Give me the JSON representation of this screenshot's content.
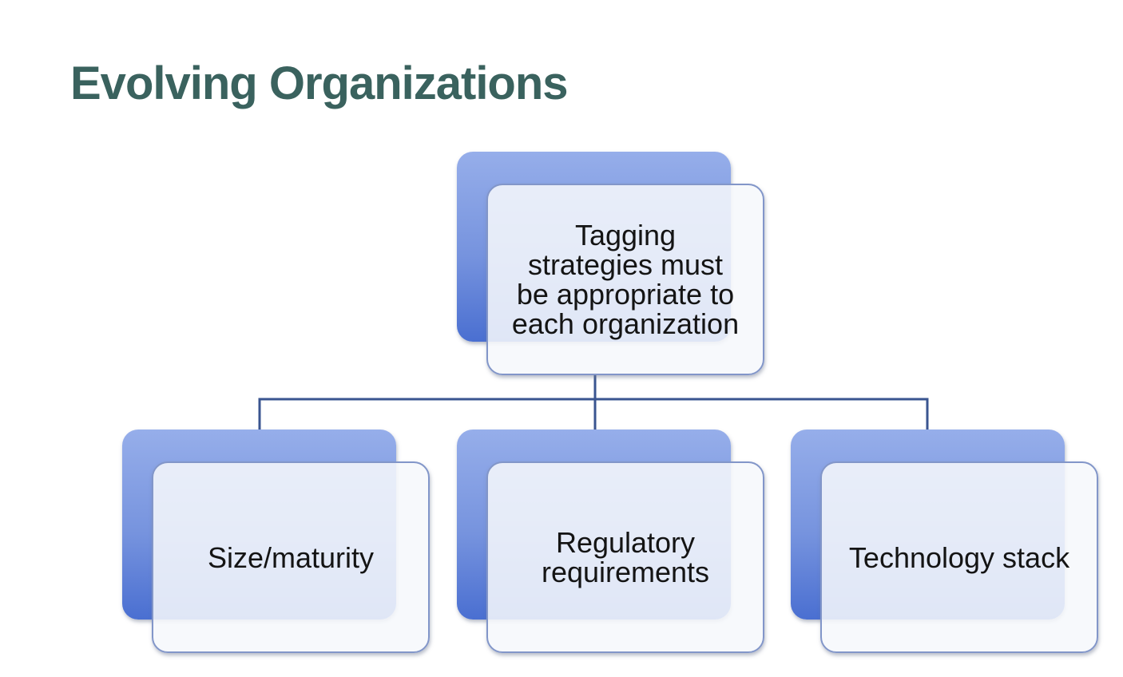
{
  "slide": {
    "title": "Evolving Organizations"
  },
  "colors": {
    "background": "#ffffff",
    "title_text": "#3a625e",
    "connector": "#3a5590",
    "node_back_gradient_top": "#96aeea",
    "node_back_gradient_bottom": "#4a6fd1",
    "node_front_fill": "rgba(246,248,252,0.87)",
    "node_front_border": "#8296c9",
    "node_text": "#141414"
  },
  "diagram": {
    "type": "hierarchy",
    "root": {
      "label": "Tagging\nstrategies must\nbe appropriate to\neach organization"
    },
    "children": [
      {
        "label": "Size/maturity"
      },
      {
        "label": "Regulatory\nrequirements"
      },
      {
        "label": "Technology stack"
      }
    ]
  }
}
